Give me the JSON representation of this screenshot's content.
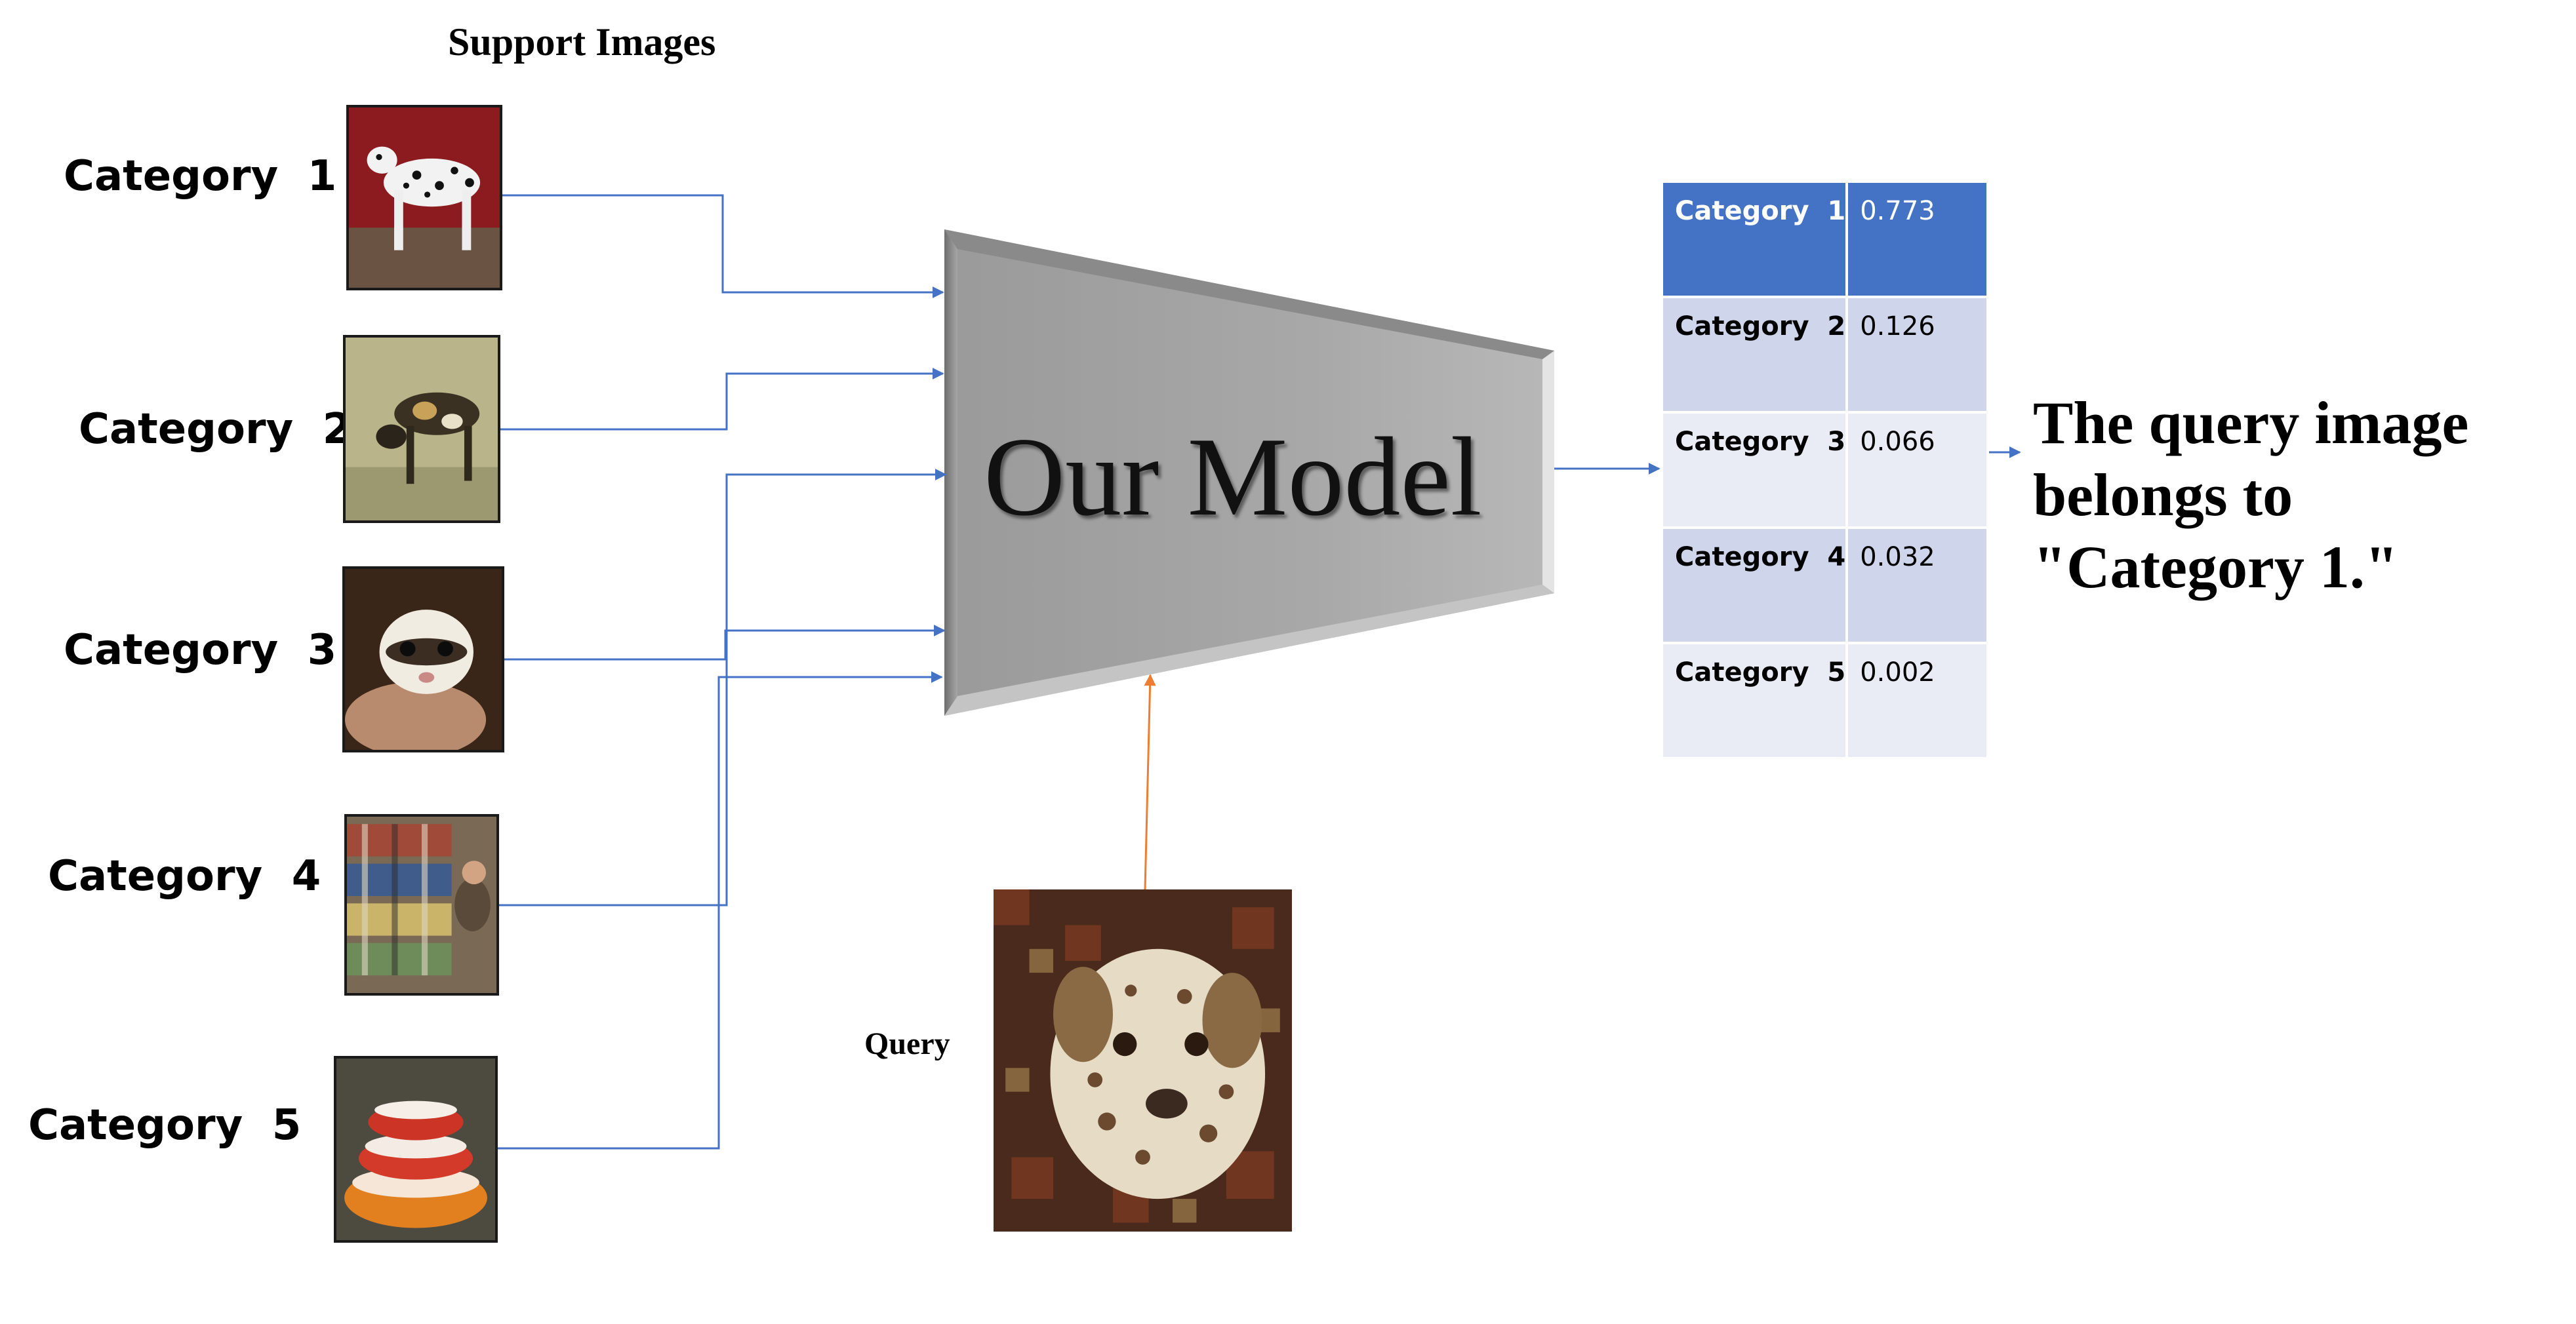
{
  "support_title": "Support Images",
  "categories": [
    {
      "label": "Category  1",
      "image": "dalmatian-dog-photo"
    },
    {
      "label": "Category  2",
      "image": "wild-dog-photo"
    },
    {
      "label": "Category  3",
      "image": "ferret-photo"
    },
    {
      "label": "Category  4",
      "image": "bookshelf-reader-photo"
    },
    {
      "label": "Category  5",
      "image": "stacked-bowls-photo"
    }
  ],
  "model": {
    "label": "Our Model"
  },
  "query": {
    "label": "Query",
    "image": "dalmatian-query-photo"
  },
  "results": [
    {
      "category": "Category  1",
      "score": "0.773"
    },
    {
      "category": "Category  2",
      "score": "0.126"
    },
    {
      "category": "Category  3",
      "score": "0.066"
    },
    {
      "category": "Category  4",
      "score": "0.032"
    },
    {
      "category": "Category  5",
      "score": "0.002"
    }
  ],
  "conclusion": {
    "line1": "The query image",
    "line2": "belongs to",
    "line3": "\"Category 1.\""
  },
  "colors": {
    "connector_blue": "#4472c4",
    "query_arrow_orange": "#ed7d31",
    "table_header": "#4472c4",
    "table_row_a": "#cfd5ea",
    "table_row_b": "#e9ebf5",
    "model_gray": "#a6a6a6"
  }
}
